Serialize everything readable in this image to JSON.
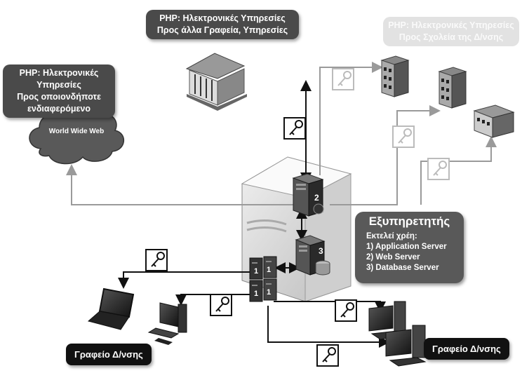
{
  "captions": {
    "public": [
      "PHP: Ηλεκτρονικές Υπηρεσίες",
      "Προς οποιονδήποτε",
      "ενδιαφερόμενο"
    ],
    "offices": [
      "PHP: Ηλεκτρονικές Υπηρεσίες",
      "Προς άλλα Γραφεία, Υπηρεσίες"
    ],
    "schools": [
      "PHP: Ηλεκτρονικές Υπηρεσίες",
      "Προς Σχολεία της Δ/νσης"
    ]
  },
  "cloud_label": "World Wide Web",
  "server_panel": {
    "title": "Εξυπηρετητής",
    "subtitle": "Εκτελεί χρέη:",
    "roles": [
      "1) Application Server",
      "2) Web Server",
      "3) Database Server"
    ]
  },
  "node_numbers": {
    "web": "2",
    "db": "3",
    "app": "1"
  },
  "office_left": "Γραφείο Δ/νσης",
  "office_right": "Γραφείο Δ/νσης",
  "colors": {
    "caption_dark": "#4a4a4a",
    "caption_light": "#e2e2e2",
    "office_box": "#111111",
    "server_panel": "#595959",
    "link_gray": "#9a9a9a",
    "link_black": "#111111"
  }
}
